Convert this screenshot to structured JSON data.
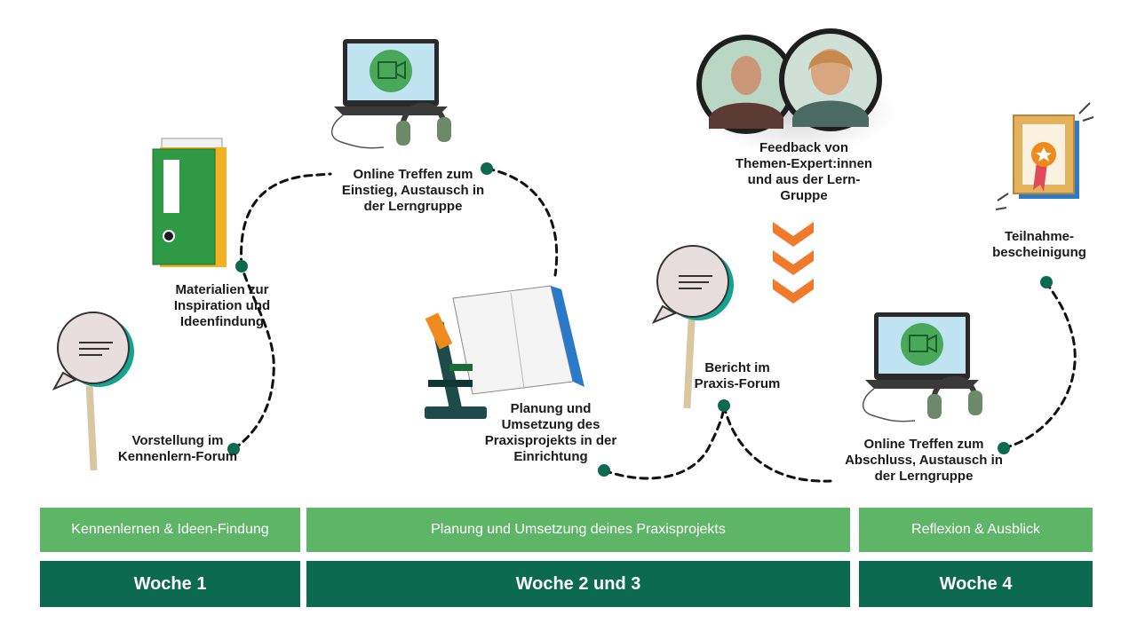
{
  "colors": {
    "dark_green": "#0b6a50",
    "light_green": "#5fb567",
    "orange": "#f07a2a",
    "teal": "#14a38f"
  },
  "steps": [
    {
      "label": "Vorstellung im\nKennenlern-Forum",
      "icon": "speech-sign-icon"
    },
    {
      "label": "Materialien zur\nInspiration und\nIdeenfindung",
      "icon": "binder-icon"
    },
    {
      "label": "Online Treffen zum\nEinstieg, Austausch in\nder Lerngruppe",
      "icon": "laptop-headphones-icon"
    },
    {
      "label": "Planung und\nUmsetzung des\nPraxisprojekts in der\nEinrichtung",
      "icon": "microscope-notebook-icon"
    },
    {
      "label": "Bericht im\nPraxis-Forum",
      "icon": "speech-sign-icon"
    },
    {
      "label": "Feedback von\nThemen-Expert:innen\nund aus der Lern-\nGruppe",
      "icon": "expert-photos"
    },
    {
      "label": "Online Treffen zum\nAbschluss, Austausch in\nder Lerngruppe",
      "icon": "laptop-headphones-icon"
    },
    {
      "label": "Teilnahme-\nbescheinigung",
      "icon": "certificate-icon"
    }
  ],
  "phases": [
    "Kennenlernen & Ideen-Findung",
    "Planung und Umsetzung deines Praxisprojekts",
    "Reflexion & Ausblick"
  ],
  "weeks": [
    "Woche 1",
    "Woche 2 und 3",
    "Woche 4"
  ]
}
